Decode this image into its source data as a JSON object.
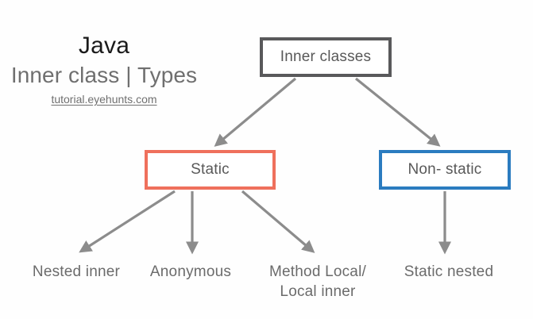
{
  "title": {
    "main": "Java",
    "sub": "Inner class | Types",
    "url": "tutorial.eyehunts.com"
  },
  "colors": {
    "background": "#fefefe",
    "root_border": "#59595b",
    "static_border": "#ef705c",
    "non_static_border": "#2b7cc0",
    "arrow": "#8c8c8c",
    "box_text": "#595959",
    "leaf_text": "#6b6b6b",
    "title_main_text": "#1a1a1a",
    "title_sub_text": "#6f6f6f"
  },
  "diagram": {
    "type": "tree",
    "root": {
      "label": "Inner classes"
    },
    "branches": [
      {
        "label": "Static",
        "accent": "#ef705c",
        "children": [
          {
            "label": "Nested inner"
          },
          {
            "label": "Anonymous"
          },
          {
            "label_line1": "Method Local/",
            "label_line2": "Local inner"
          }
        ]
      },
      {
        "label": "Non- static",
        "accent": "#2b7cc0",
        "children": [
          {
            "label": "Static nested"
          }
        ]
      }
    ]
  }
}
